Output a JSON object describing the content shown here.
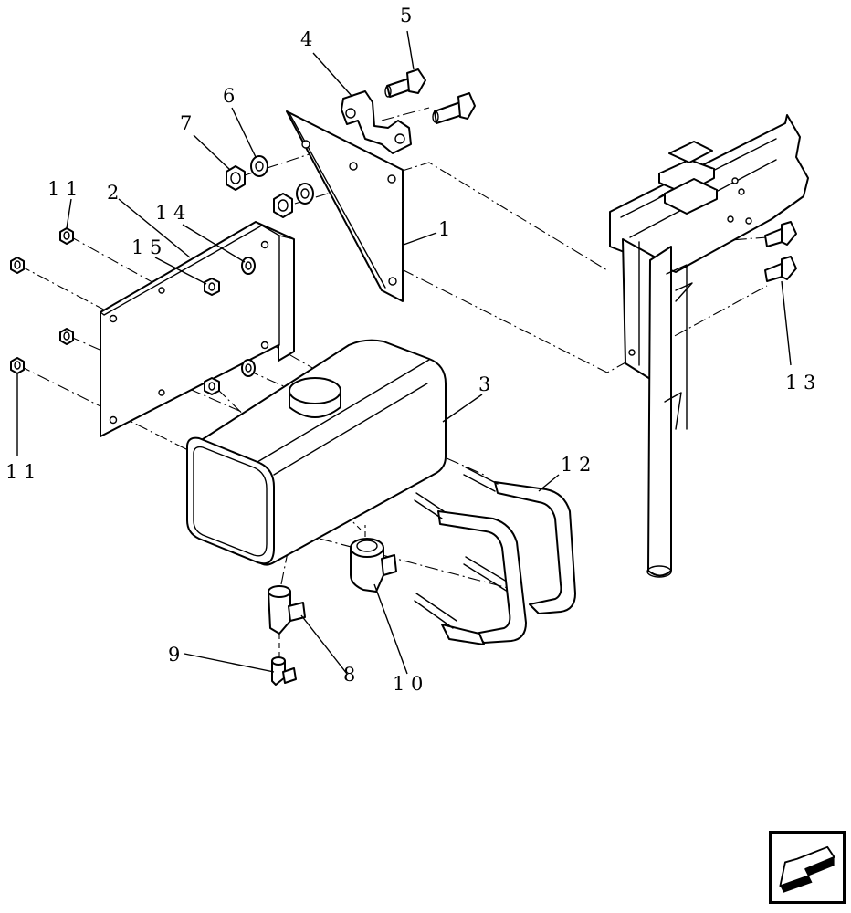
{
  "callouts": {
    "c1": "1",
    "c2": "2",
    "c3": "3",
    "c4": "4",
    "c5": "5",
    "c6": "6",
    "c7": "7",
    "c8": "8",
    "c9": "9",
    "c10": "1 0",
    "c11a": "1 1",
    "c11b": "1 1",
    "c12": "1 2",
    "c13": "1 3",
    "c14": "1 4",
    "c15": "1 5"
  },
  "nav": {
    "icon": "arrow-previous-icon"
  }
}
